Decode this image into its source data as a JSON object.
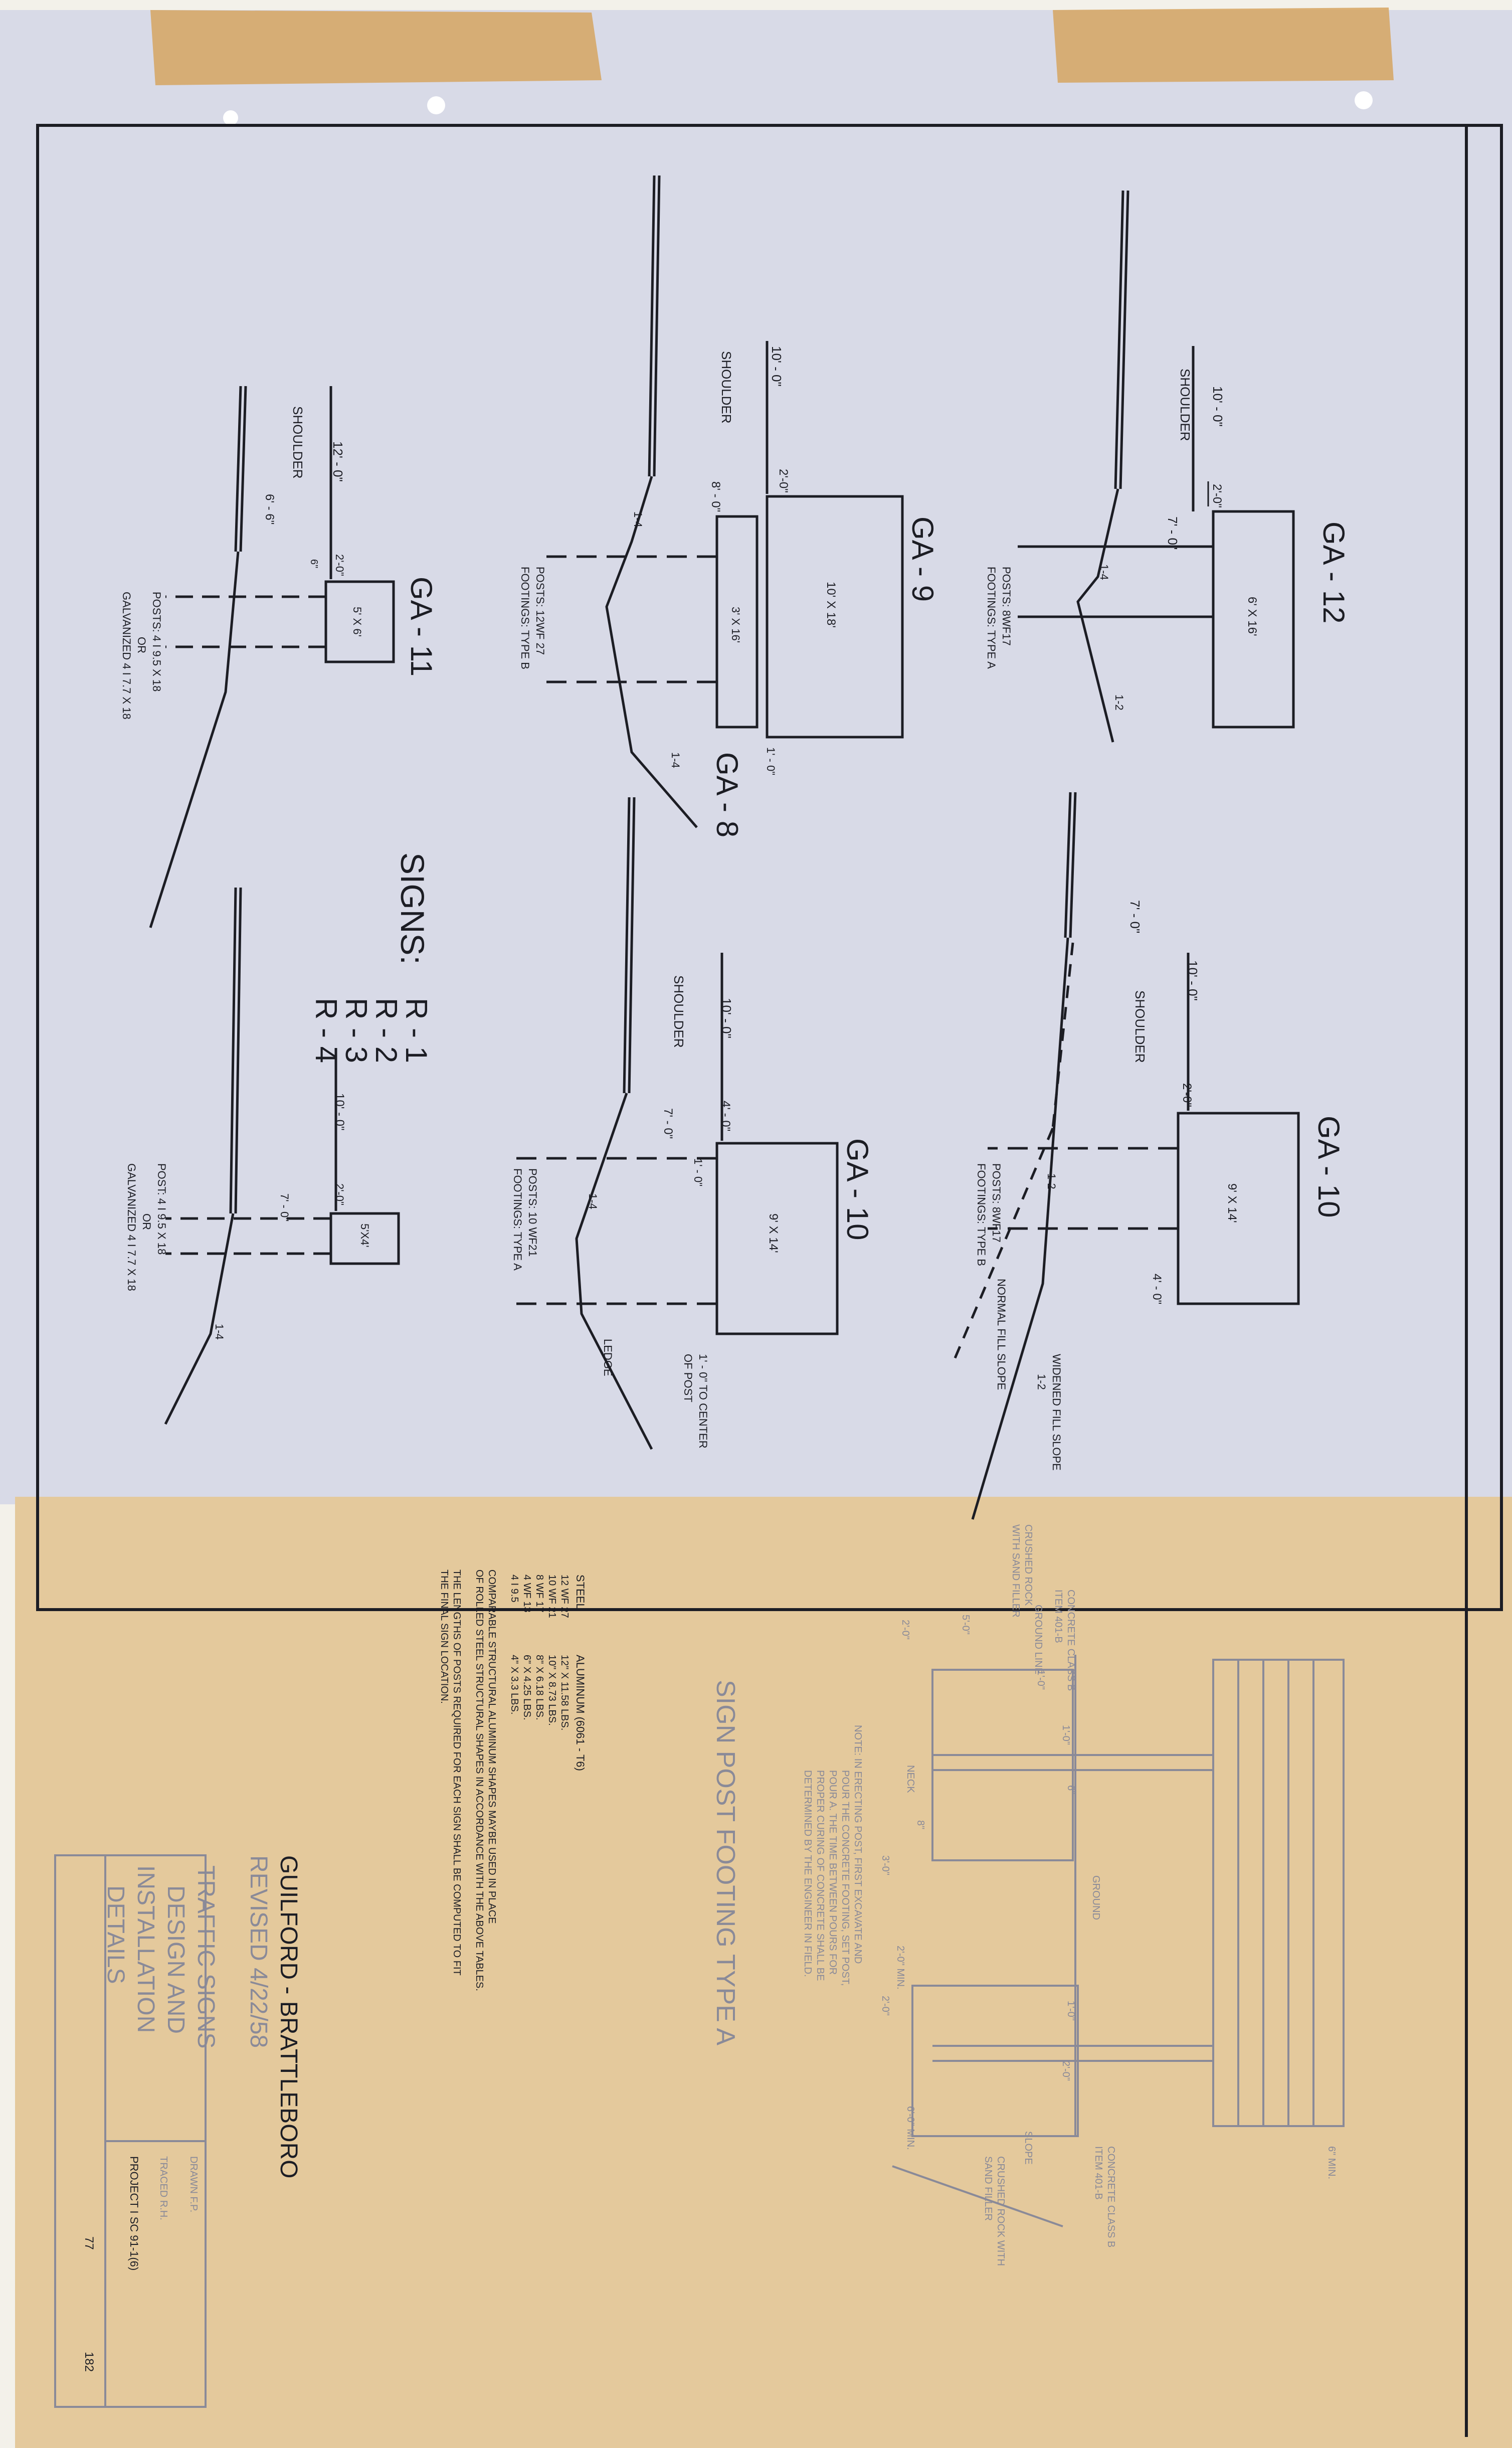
{
  "colors": {
    "paper": "#f3f1ea",
    "blueprint": "#d7d9e6",
    "overlay": "#e2c89a",
    "tape": "#d9a85a",
    "ink": "#1c1d24",
    "faded_ink": "#8a8a98"
  },
  "sections": {
    "ga12": {
      "title": "GA - 12",
      "shoulder": "10' - 0\"",
      "shoulder_label": "SHOULDER",
      "offset": "2'-0\"",
      "offset2": "7' - 0\"",
      "sign": "6' X 16'",
      "posts": "POSTS:  8WF17",
      "footings": "FOOTINGS:  TYPE A",
      "slope1": "1-4",
      "slope2": "1-2"
    },
    "ga10_top": {
      "title": "GA - 10",
      "shoulder": "10' - 0\"",
      "shoulder_label": "SHOULDER",
      "offset": "2'-0\"",
      "offset2": "7' - 0\"",
      "sign": "9' X 14'",
      "posts": "POSTS:  8WF17",
      "footings": "FOOTINGS:  TYPE B",
      "slope": "1-2",
      "dim": "4' - 0\"",
      "normal": "NORMAL  FILL  SLOPE",
      "widened": "WIDENED  FILL  SLOPE",
      "widened_slope": "1-2"
    },
    "ga9": {
      "title": "GA - 9",
      "title8": "GA - 8",
      "shoulder": "10' - 0\"",
      "shoulder_label": "SHOULDER",
      "offset": "2'-0\"",
      "offset2": "8' - 0\"",
      "sign_large": "10' X 18'",
      "sign_small": "3' X 16'",
      "posts": "POSTS:  12WF 27",
      "footings": "FOOTINGS:  TYPE B",
      "slope1": "1-4",
      "slope2": "1-4",
      "dim": "1' - 0\""
    },
    "ga10_mid": {
      "title": "GA - 10",
      "shoulder": "10' - 0\"",
      "shoulder_label": "SHOULDER",
      "offset": "4' - 0\"",
      "offset2": "7' - 0\"",
      "offset3": "1' - 0\"",
      "sign": "9' X 14'",
      "posts": "POSTS:  10 WF21",
      "footings": "FOOTINGS:  TYPE A",
      "slope": "1-4",
      "ledge": "LEDGE",
      "center1": "1' - 0\" TO CENTER",
      "center2": "OF POST"
    },
    "ga11": {
      "title": "GA - 11",
      "shoulder": "12' - 0\"",
      "shoulder_label": "SHOULDER",
      "offset": "2'-0\"",
      "offset2": "6' - 6\"",
      "offset3": "6\"",
      "sign": "5' X 6'",
      "posts1": "POSTS:  4 I 9.5 X 18",
      "posts2": "OR",
      "posts3": "GALVANIZED  4 I 7.7  X 18"
    },
    "signs": {
      "label": "SIGNS:",
      "items": [
        "R - 1",
        "R - 2",
        "R - 3",
        "R - 4"
      ],
      "shoulder": "10' - 0\"",
      "offset": "2'-0\"",
      "offset2": "7' - 0\"",
      "sign": "5'X4'",
      "post1": "POST:   4 I 9.5 X 18",
      "post2": "OR",
      "post3": "GALVANIZED  4 I  7.7  X 18",
      "slope": "1-4"
    }
  },
  "footing_detail": {
    "title": "SIGN  POST  FOOTING    TYPE  A",
    "concrete_a": "CONCRETE CLASS B",
    "concrete_a2": "ITEM 401-B",
    "ground": "GROUND LINE",
    "crushed": "CRUSHED ROCK",
    "crushed2": "WITH SAND FILLER",
    "concrete_b": "CONCRETE CLASS B",
    "concrete_b2": "ITEM 401-B",
    "crushed_b": "CRUSHED ROCK WITH",
    "crushed_b2": "SAND FILLER",
    "dims": [
      "5'-0\"",
      "1'-0\"",
      "1'-0\"",
      "6\"",
      "2'-0\"",
      "8\"",
      "1'-0\"",
      "2'-0\"",
      "6'-0\" MIN.",
      "2'-0\" MIN.",
      "3'-0\"",
      "6\" MIN.",
      "2'-0\""
    ],
    "note": [
      "NOTE:  IN ERECTING POST, FIRST EXCAVATE AND",
      "POUR THE CONCRETE FOOTING, SET POST,",
      "POUR A.  THE TIME BETWEEN POURS FOR",
      "PROPER CURING OF CONCRETE SHALL BE",
      "DETERMINED BY THE ENGINEER IN FIELD."
    ],
    "slope": "SLOPE",
    "ground2": "GROUND",
    "neck": "NECK"
  },
  "steel_table": {
    "steel_head": "STEEL",
    "alum_head": "ALUMINUM   (6061 - T6)",
    "rows": [
      [
        "12 WF 27",
        "12\" X 11.58  LBS."
      ],
      [
        "10 WF 21",
        "10\" X  8.73  LBS."
      ],
      [
        "8  WF 17",
        "8\"  X  6.18  LBS."
      ],
      [
        "4  WF 13",
        "6\"  X  4.25  LBS."
      ],
      [
        "4  I 9.5",
        "4\"  X  3.3   LBS."
      ]
    ],
    "note1": "COMPARABLE  STRUCTURAL  ALUMINUM  SHAPES  MAYBE  USED  IN  PLACE",
    "note2": "OF ROLLED STEEL  STRUCTURAL  SHAPES  IN  ACCORDANCE  WITH  THE  ABOVE  TABLES.",
    "note3": "THE  LENGTHS  OF  POSTS  REQUIRED  FOR  EACH  SIGN  SHALL  BE  COMPUTED  TO  FIT",
    "note4": "THE  FINAL  SIGN  LOCATION."
  },
  "title_block": {
    "project": "GUILFORD - BRATTLEBORO",
    "revised": "REVISED  4/22/58",
    "title1": "TRAFFIC   SIGNS",
    "title2": "DESIGN   AND",
    "title3": "INSTALLATION",
    "title4": "DETAILS",
    "drawn": "DRAWN   F.P.",
    "traced": "TRACED   R.H.",
    "project_no": "PROJECT  I  SC  91-1(6)",
    "sheet": "77",
    "sheet_total": "182"
  }
}
